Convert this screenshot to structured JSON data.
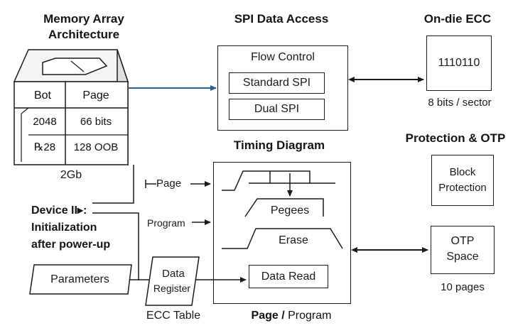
{
  "headings": {
    "memory_array_line1": "Memory Array",
    "memory_array_line2": "Architecture",
    "spi_data_access": "SPI Data Access",
    "on_die_ecc": "On-die ECC",
    "timing_diagram": "Timing Diagram",
    "protection_otp": "Protection & OTP",
    "device_init_line1": "Device II▸:",
    "device_init_line2": "Initialization",
    "device_init_line3": "after power-up",
    "page_program_bold": "Page /",
    "page_program_regular": " Program"
  },
  "memory_array": {
    "table_headers": [
      "Bot",
      "Page"
    ],
    "rows": [
      [
        "2048",
        "66 bits"
      ],
      [
        "℞28",
        "128 OOB"
      ]
    ],
    "capacity_label": "2Gb"
  },
  "spi": {
    "flow_control_label": "Flow Control",
    "standard_spi_label": "Standard SPI",
    "dual_spi_label": "Dual SPI"
  },
  "ecc": {
    "code_value": "1110110",
    "sector_label": "8 bits / sector"
  },
  "protection": {
    "block_protection_line1": "Block",
    "block_protection_line2": "Protection",
    "otp_line1": "OTP",
    "otp_line2": "Space",
    "otp_pages_label": "10 pages"
  },
  "timing": {
    "page_signal_label": "Page",
    "program_signal_label": "Program",
    "pegees_label": "Pegees",
    "erase_label": "Erase",
    "data_read_label": "Data Read"
  },
  "parameters": {
    "parameters_label": "Parameters",
    "data_register_line1": "Data",
    "data_register_line2": "Register",
    "ecc_table_label": "ECC Table"
  },
  "colors": {
    "connector_blue": "#2f5f92",
    "line_dark": "#1a1a1a",
    "cube_side": "#e0e0e0",
    "cube_top": "#f4f4f4"
  }
}
